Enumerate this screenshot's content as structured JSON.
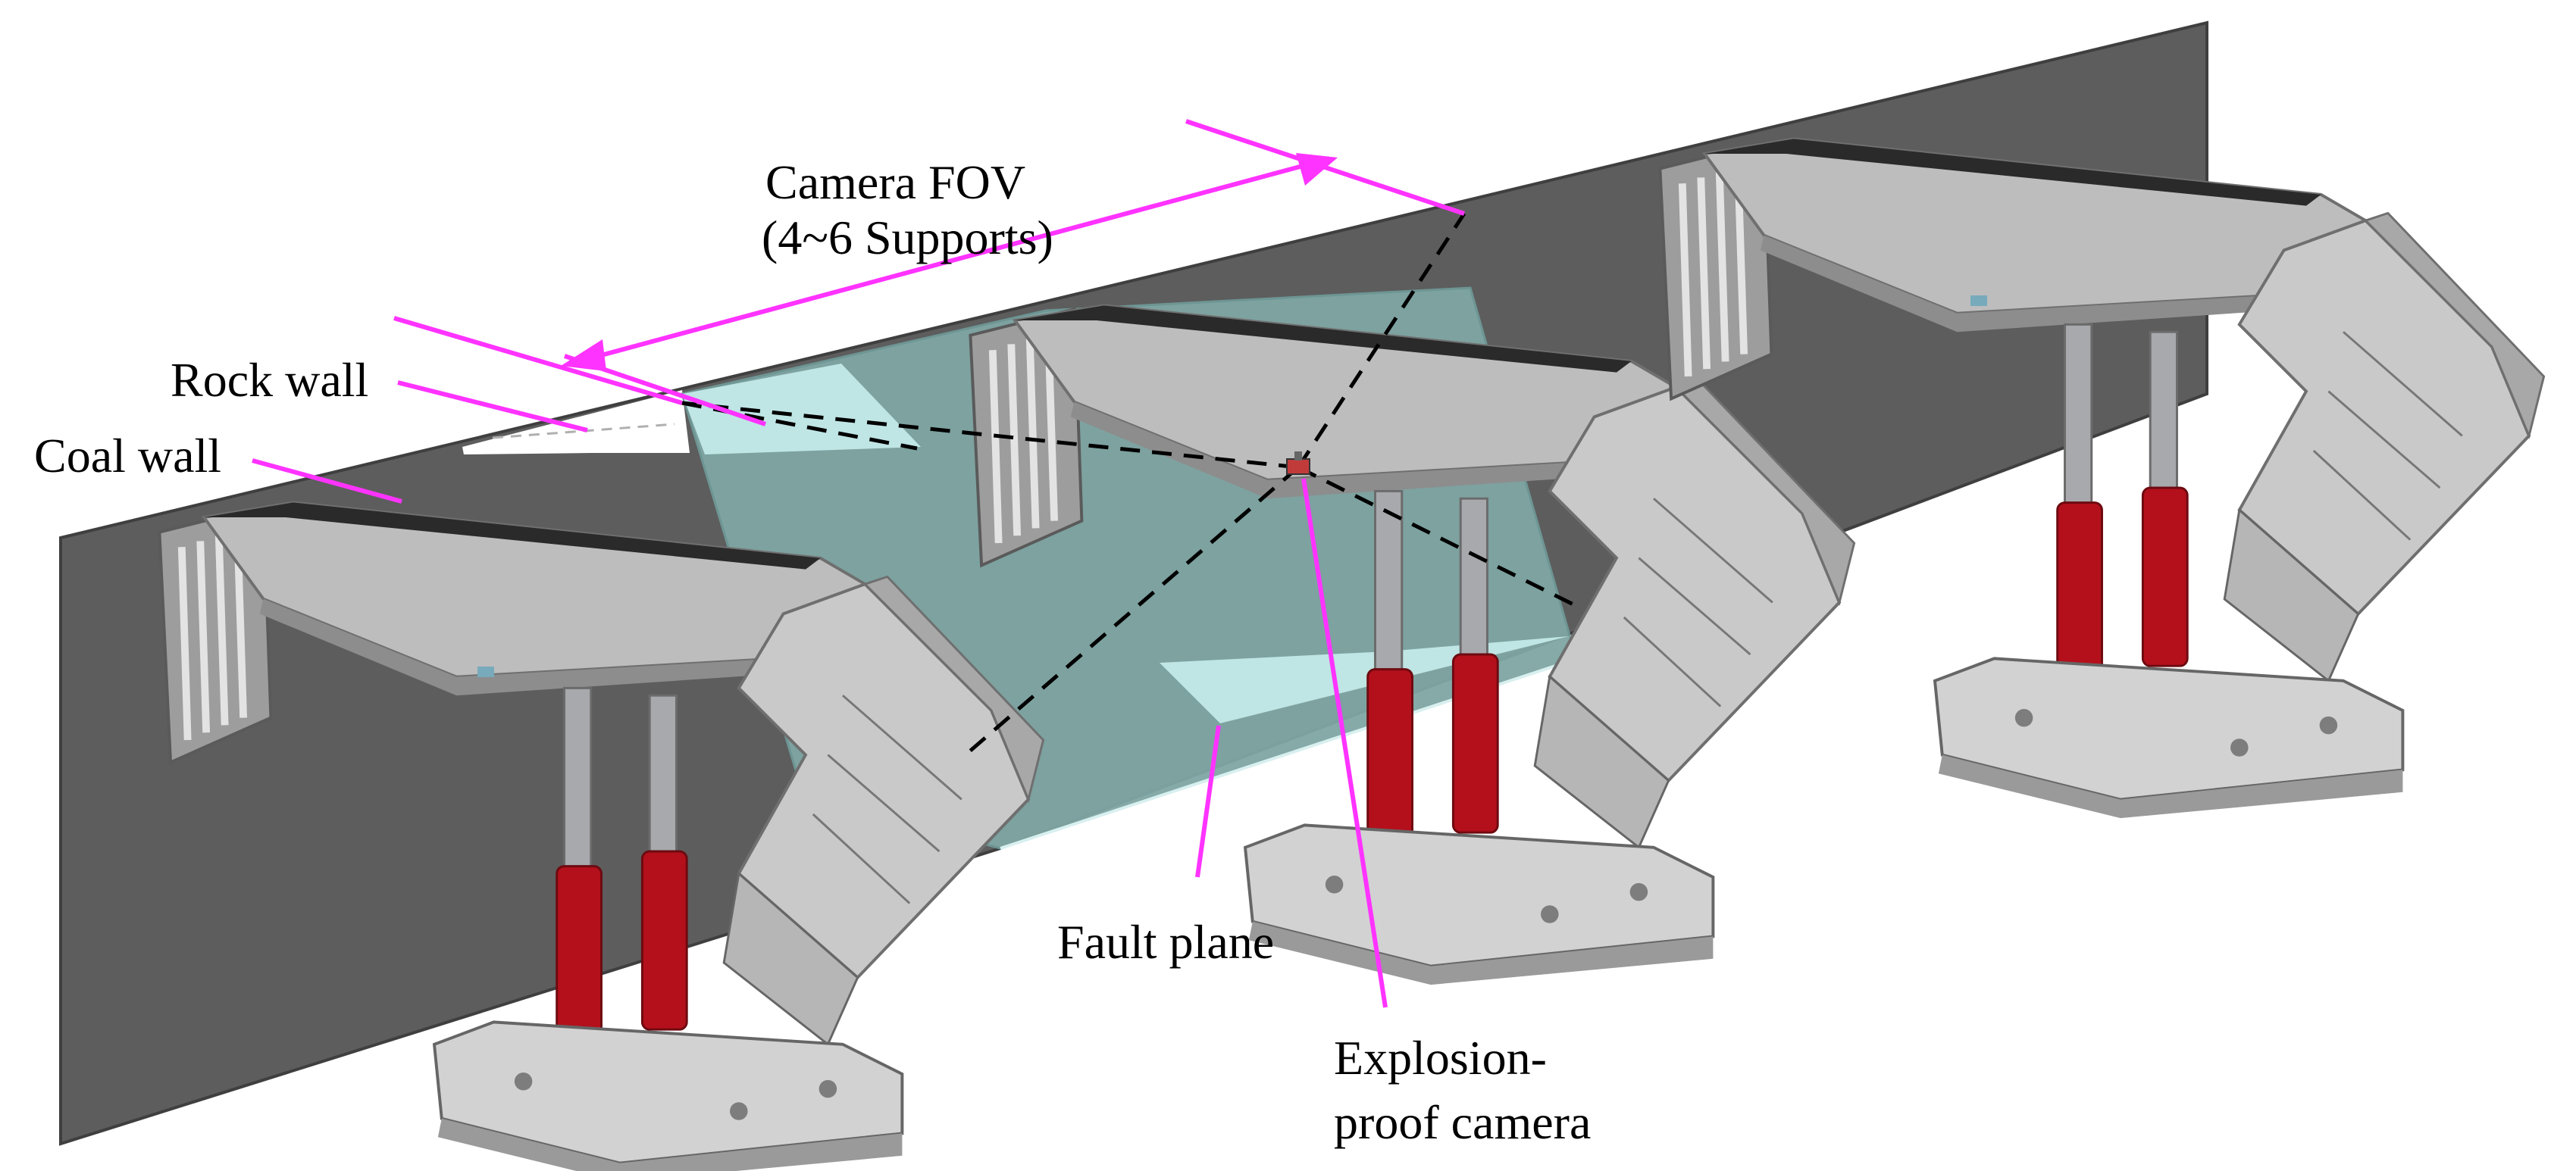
{
  "labels": {
    "camera_fov_line1": "Camera FOV",
    "camera_fov_line2": "(4~6 Supports)",
    "rock_wall": "Rock wall",
    "coal_wall": "Coal wall",
    "fault_plane": "Fault plane",
    "explosion_proof_camera_line1": "Explosion-",
    "explosion_proof_camera_line2": "proof camera"
  },
  "colors": {
    "wall": "#5d5d5d",
    "wall_edge": "#3f3f3f",
    "fault_plane": "#7fa6a4",
    "fault_highlight": "#bfe5e4",
    "annotation": "#ff33ff",
    "support_metal": "#c9c9c9",
    "support_dark": "#8a8a8a",
    "cylinder_red": "#b3101c",
    "cylinder_rod": "#a7a9ad",
    "sight_line": "#000000"
  },
  "icons": [
    "hydraulic-support",
    "explosion-proof-camera"
  ]
}
